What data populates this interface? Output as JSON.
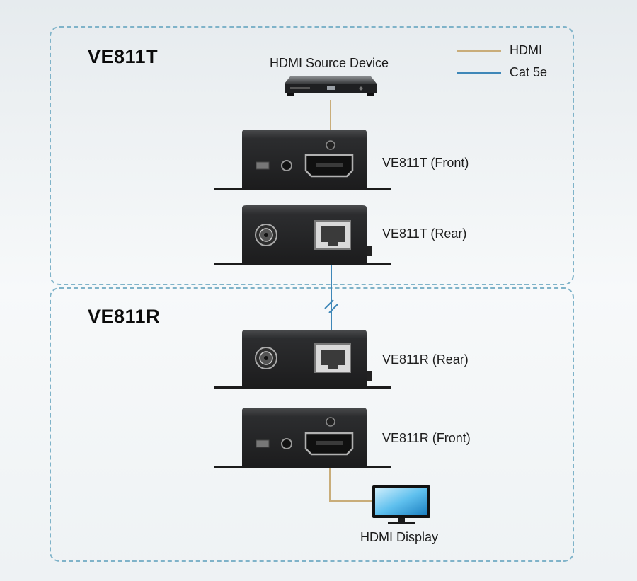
{
  "groups": {
    "transmitter": {
      "title": "VE811T"
    },
    "receiver": {
      "title": "VE811R"
    }
  },
  "legend": [
    {
      "label": "HDMI",
      "color": "#c9ad7a"
    },
    {
      "label": "Cat 5e",
      "color": "#3e87b8"
    }
  ],
  "devices": {
    "source": {
      "label": "HDMI Source Device",
      "icon": "hdmi-source-device-icon"
    },
    "tx_front": {
      "label": "VE811T (Front)",
      "icon": "extender-front-icon"
    },
    "tx_rear": {
      "label": "VE811T (Rear)",
      "icon": "extender-rear-icon"
    },
    "rx_rear": {
      "label": "VE811R (Rear)",
      "icon": "extender-rear-icon"
    },
    "rx_front": {
      "label": "VE811R (Front)",
      "icon": "extender-front-icon"
    },
    "display": {
      "label": "HDMI Display",
      "icon": "hdmi-display-icon"
    }
  },
  "colors": {
    "border": "#7fb3c9",
    "hdmi_cable": "#c9ad7a",
    "cat5e_cable": "#3e87b8",
    "device_body": "#2a2a2a"
  }
}
